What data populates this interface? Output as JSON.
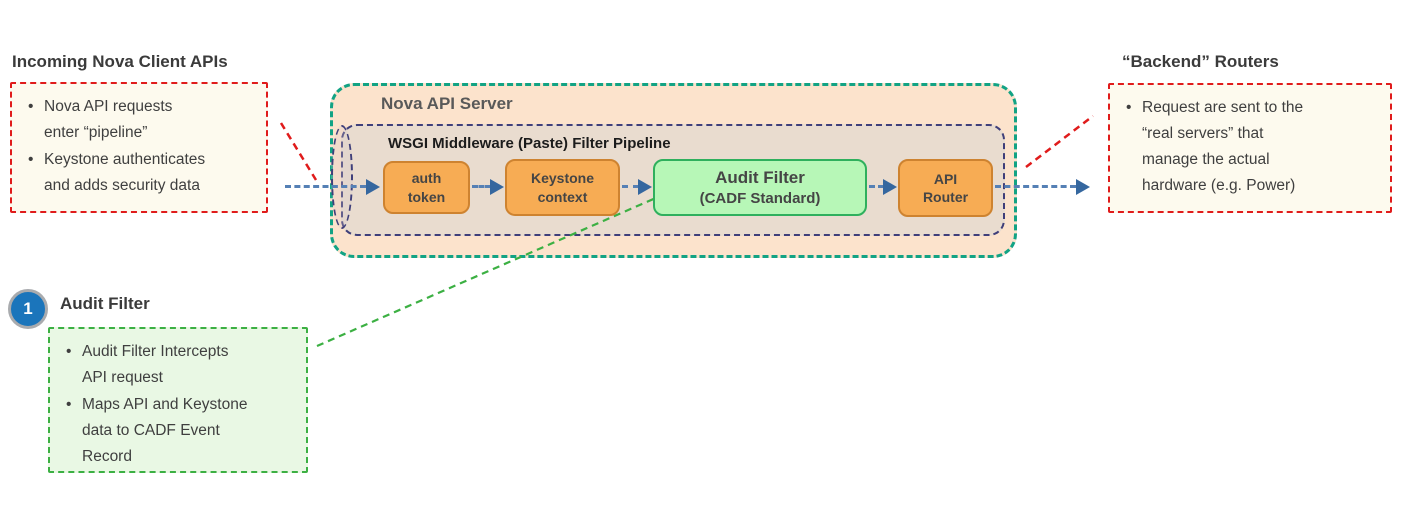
{
  "left_note": {
    "heading": "Incoming Nova Client  APIs",
    "bullets": [
      "Nova API requests\nenter “pipeline”",
      "Keystone authenticates\nand adds security data"
    ]
  },
  "server": {
    "title": "Nova API Server",
    "pipeline": {
      "label": "WSGI Middleware (Paste) Filter Pipeline",
      "stages": [
        {
          "id": "auth-token",
          "lines": [
            "auth",
            "token"
          ]
        },
        {
          "id": "keystone-context",
          "lines": [
            "Keystone",
            "context"
          ]
        },
        {
          "id": "audit-filter",
          "lines": [
            "Audit Filter",
            "(CADF Standard)"
          ]
        },
        {
          "id": "api-router",
          "lines": [
            "API",
            "Router"
          ]
        }
      ]
    }
  },
  "right_note": {
    "heading": "“Backend” Routers",
    "bullets": [
      "Request are sent to the\n“real servers” that\nmanage the actual\nhardware (e.g. Power)"
    ]
  },
  "callout": {
    "number": "1",
    "heading": "Audit Filter",
    "bullets": [
      "Audit Filter Intercepts\nAPI request",
      "Maps API and Keystone\ndata to CADF Event\nRecord"
    ]
  },
  "colors": {
    "note_border_red": "#e01b1b",
    "note_fill_cream": "#fdfaee",
    "server_border_teal": "#12a384",
    "server_fill_peach": "#fce3cc",
    "pipeline_border_navy": "#3f3f7a",
    "pipeline_fill_tan": "#e9dccf",
    "stage_fill_orange": "#f7ac54",
    "stage_border_orange": "#ce8330",
    "stage_fill_green": "#b7f7b7",
    "stage_border_green": "#2fb05d",
    "arrow_blue": "#35679f",
    "callout_green": "#3cb043",
    "badge_blue": "#1b75bb"
  }
}
